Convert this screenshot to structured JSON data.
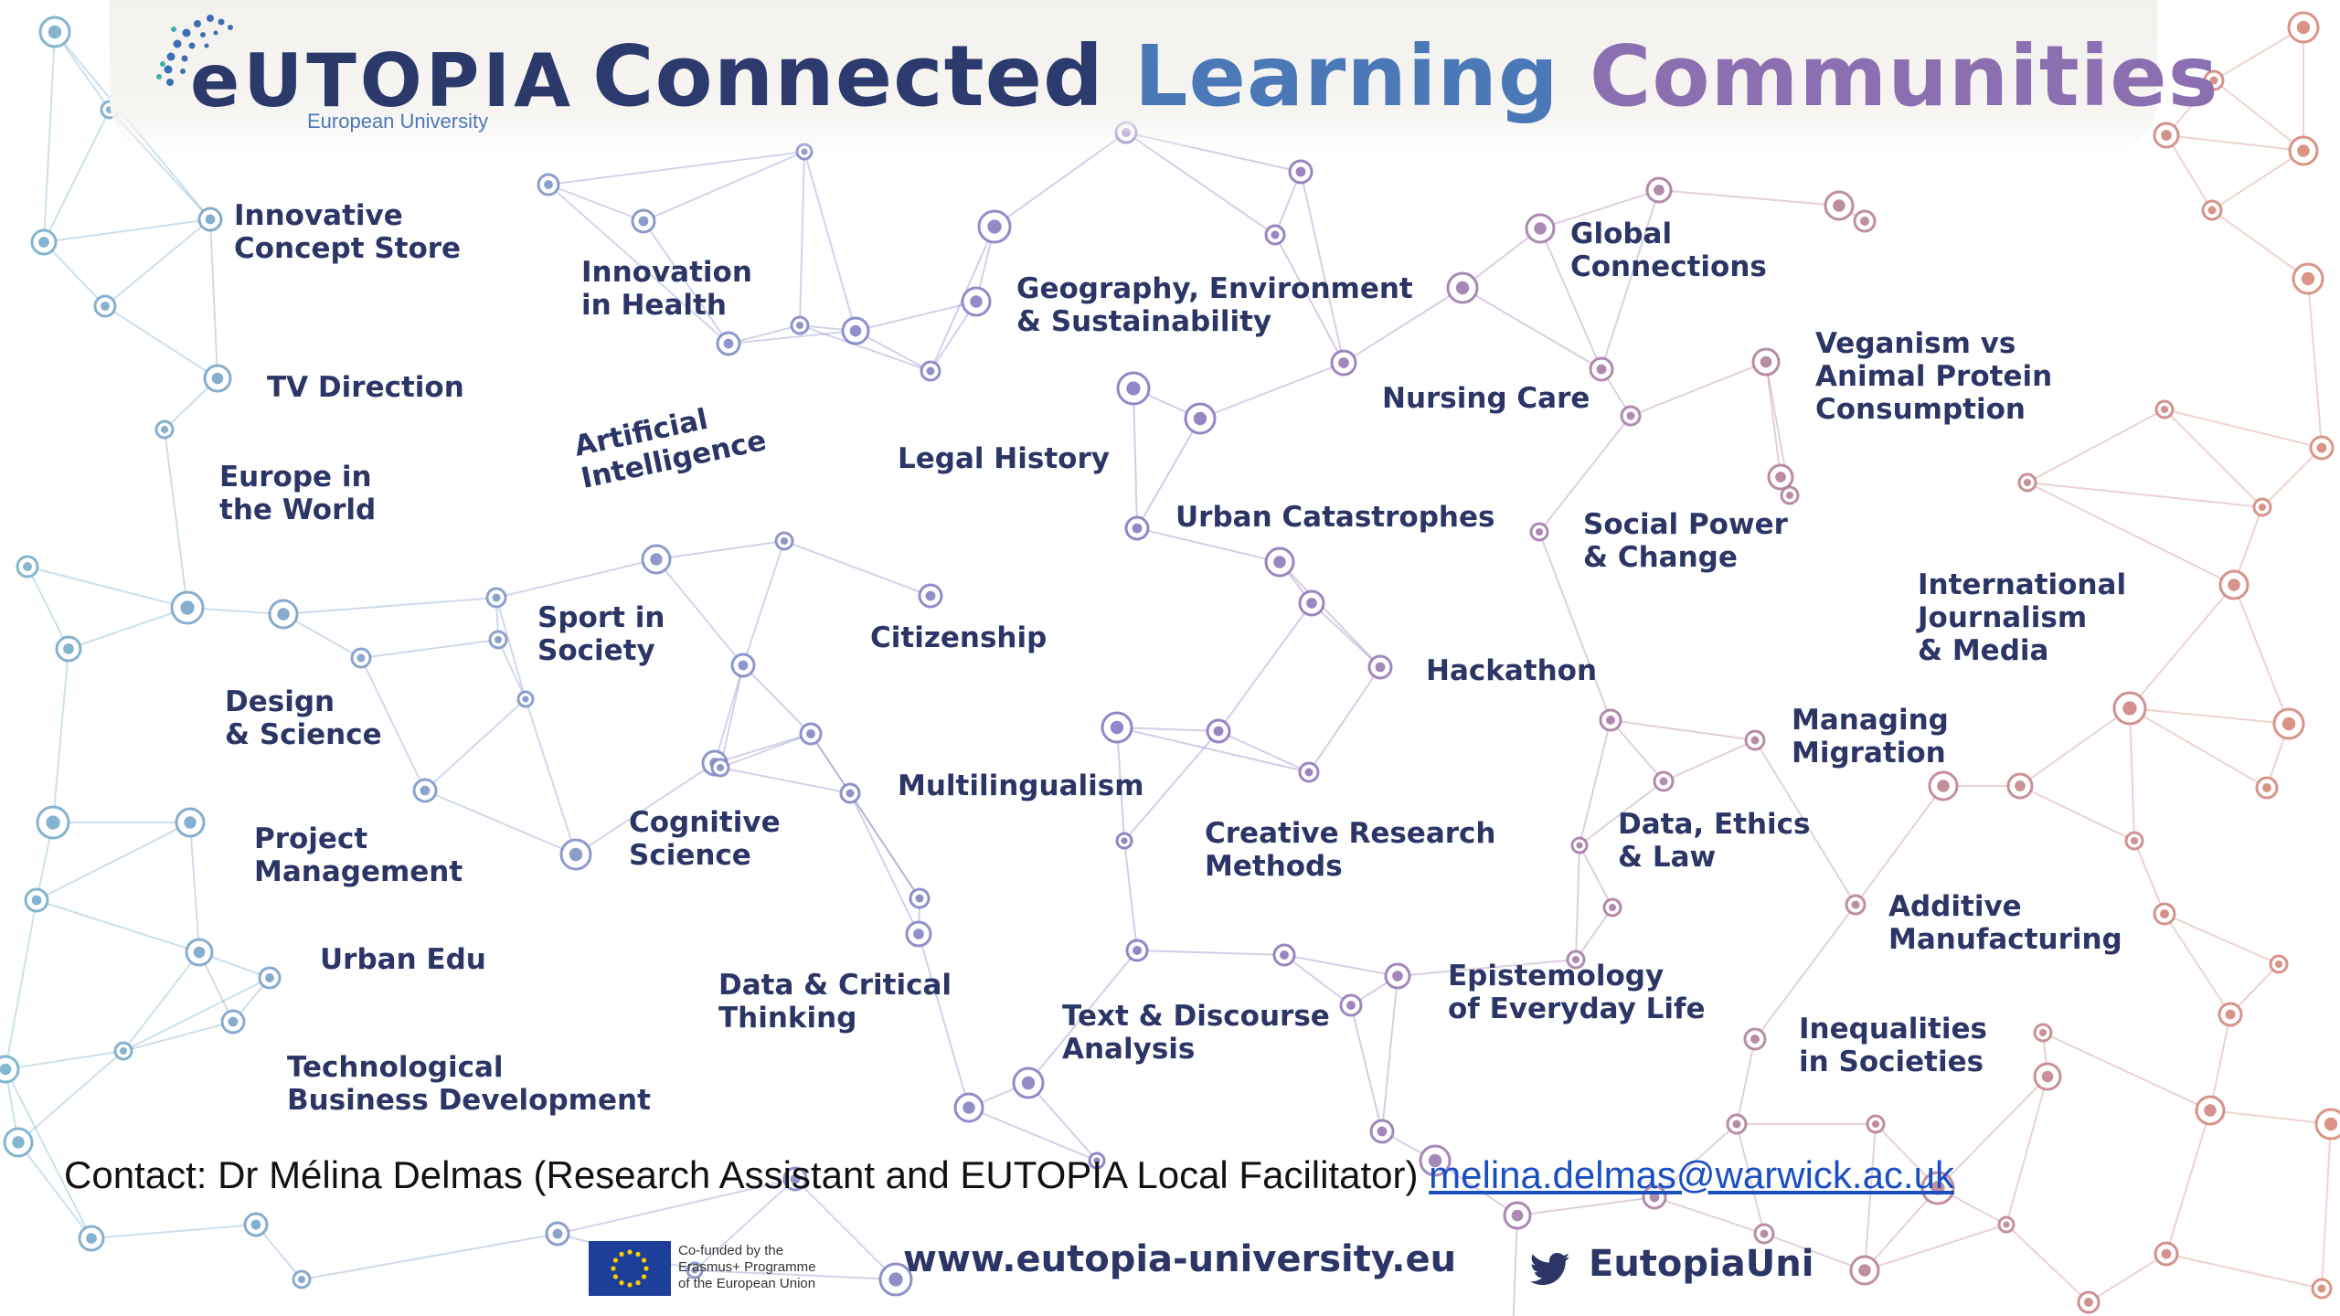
{
  "header": {
    "logo_word": "eUTOPIA",
    "logo_sub": "European University",
    "title_part1": "Connected",
    "title_part2": "Learning",
    "title_part3": "Communities"
  },
  "topics": {
    "innovative_concept_store": "Innovative\nConcept Store",
    "innovation_in_health": "Innovation\nin Health",
    "geography": "Geography, Environment\n& Sustainability",
    "global_connections": "Global\nConnections",
    "veganism": "Veganism vs\nAnimal Protein\nConsumption",
    "tv_direction": "TV Direction",
    "nursing_care": "Nursing Care",
    "artificial_intelligence": "Artificial\nIntelligence",
    "legal_history": "Legal History",
    "europe_in_the_world": "Europe in\nthe World",
    "urban_catastrophes": "Urban Catastrophes",
    "social_power": "Social Power\n& Change",
    "international_journalism": "International\nJournalism\n& Media",
    "sport_in_society": "Sport in\nSociety",
    "citizenship": "Citizenship",
    "hackathon": "Hackathon",
    "design_science": "Design\n& Science",
    "managing_migration": "Managing\nMigration",
    "multilingualism": "Multilingualism",
    "project_management": "Project\nManagement",
    "cognitive_science": "Cognitive\nScience",
    "creative_research": "Creative Research\nMethods",
    "data_ethics_law": "Data, Ethics\n& Law",
    "additive_manufacturing": "Additive\nManufacturing",
    "urban_edu": "Urban Edu",
    "data_critical_thinking": "Data & Critical\nThinking",
    "epistemology": "Epistemology\nof Everyday Life",
    "text_discourse": "Text & Discourse\nAnalysis",
    "inequalities": "Inequalities\nin Societies",
    "technological_business": "Technological\nBusiness Development"
  },
  "contact": {
    "text": "Contact: Dr Mélina Delmas (Research Assistant and EUTOPIA Local Facilitator) ",
    "email": "melina.delmas@warwick.ac.uk"
  },
  "footer": {
    "eu_text": "Co-funded by the\nErasmus+ Programme\nof the European Union",
    "url": "www.eutopia-university.eu",
    "twitter": "EutopiaUni"
  },
  "colors": {
    "navy": "#2b3566",
    "blue": "#4b79b8",
    "purple": "#8c6fb0",
    "link": "#1a4fc2"
  }
}
